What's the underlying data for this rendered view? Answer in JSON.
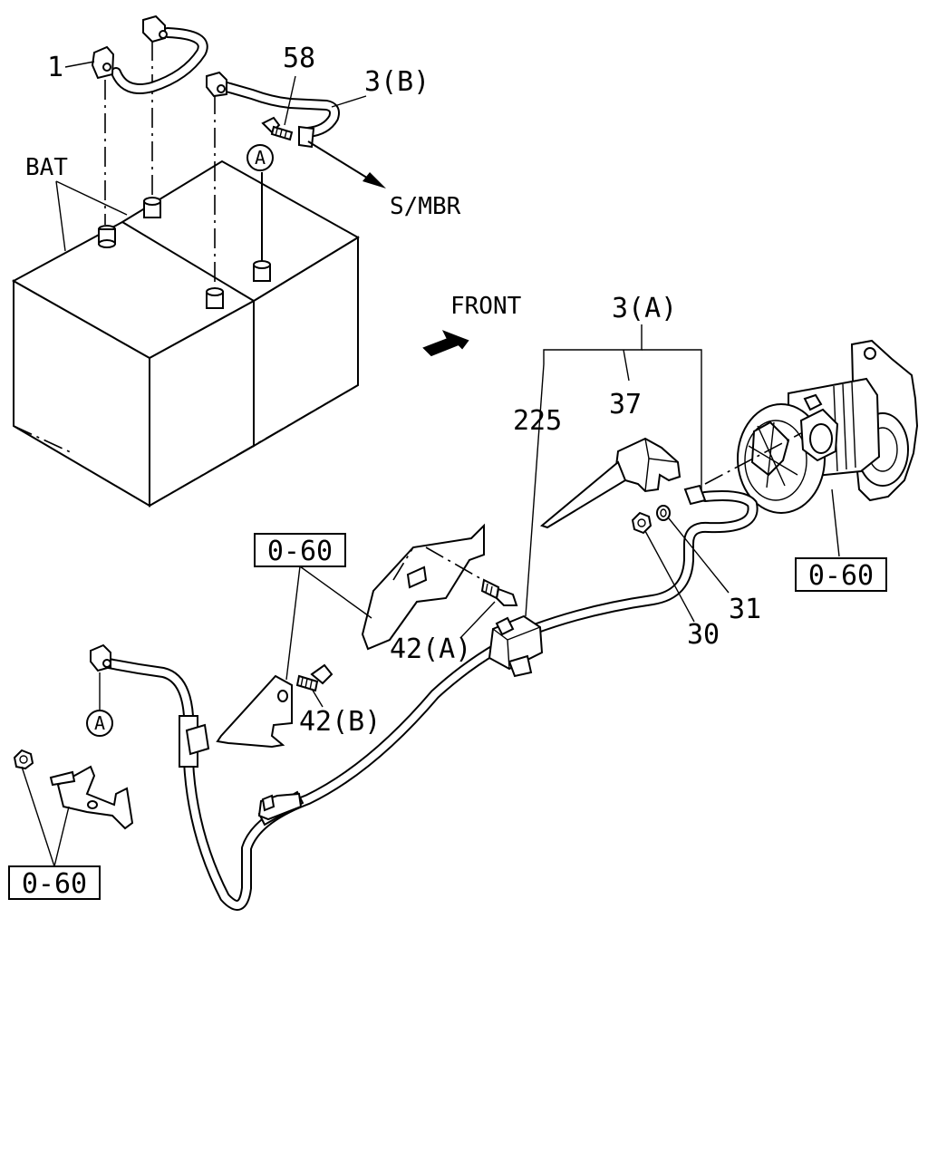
{
  "callouts": {
    "part_1": "1",
    "part_58": "58",
    "part_3b": "3(B)",
    "bat": "BAT",
    "s_mbr": "S/MBR",
    "front": "FRONT",
    "part_3a": "3(A)",
    "part_225": "225",
    "part_37": "37",
    "part_42a": "42(A)",
    "part_42b": "42(B)",
    "part_30": "30",
    "part_31": "31",
    "ref_a_top": "A",
    "ref_a_bottom": "A"
  },
  "ref_boxes": {
    "box_top": "0-60",
    "box_right": "0-60",
    "box_bottom": "0-60"
  }
}
